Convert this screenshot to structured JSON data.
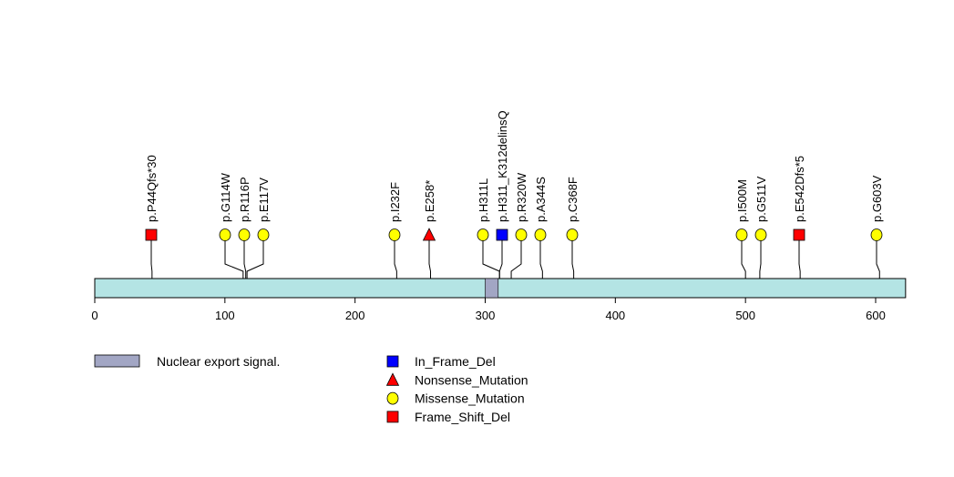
{
  "chart_data": {
    "type": "lollipop",
    "protein_length": 623,
    "xlim": [
      0,
      623
    ],
    "ticks": [
      0,
      100,
      200,
      300,
      400,
      500,
      600
    ],
    "domains": [
      {
        "name": "Nuclear export signal.",
        "start": 300,
        "end": 310,
        "color": "#a2a6c4"
      }
    ],
    "bar_color": "#b4e4e4",
    "mutations": [
      {
        "label": "p.P44Qfs*30",
        "pos": 44,
        "type": "Frame_Shift_Del"
      },
      {
        "label": "p.G114W",
        "pos": 114,
        "type": "Missense_Mutation"
      },
      {
        "label": "p.R116P",
        "pos": 116,
        "type": "Missense_Mutation"
      },
      {
        "label": "p.E117V",
        "pos": 117,
        "type": "Missense_Mutation"
      },
      {
        "label": "p.I232F",
        "pos": 232,
        "type": "Missense_Mutation"
      },
      {
        "label": "p.E258*",
        "pos": 258,
        "type": "Nonsense_Mutation"
      },
      {
        "label": "p.H311L",
        "pos": 311,
        "type": "Missense_Mutation"
      },
      {
        "label": "p.H311_K312delinsQ",
        "pos": 311,
        "type": "In_Frame_Del"
      },
      {
        "label": "p.R320W",
        "pos": 320,
        "type": "Missense_Mutation"
      },
      {
        "label": "p.A344S",
        "pos": 344,
        "type": "Missense_Mutation"
      },
      {
        "label": "p.C368F",
        "pos": 368,
        "type": "Missense_Mutation"
      },
      {
        "label": "p.I500M",
        "pos": 500,
        "type": "Missense_Mutation"
      },
      {
        "label": "p.G511V",
        "pos": 511,
        "type": "Missense_Mutation"
      },
      {
        "label": "p.E542Dfs*5",
        "pos": 542,
        "type": "Frame_Shift_Del"
      },
      {
        "label": "p.G603V",
        "pos": 603,
        "type": "Missense_Mutation"
      }
    ],
    "legend": [
      {
        "label": "In_Frame_Del",
        "shape": "square",
        "color": "#0000ff"
      },
      {
        "label": "Nonsense_Mutation",
        "shape": "triangle",
        "color": "#ff0000"
      },
      {
        "label": "Missense_Mutation",
        "shape": "circle",
        "color": "#ffff00"
      },
      {
        "label": "Frame_Shift_Del",
        "shape": "square",
        "color": "#ff0000"
      }
    ]
  }
}
